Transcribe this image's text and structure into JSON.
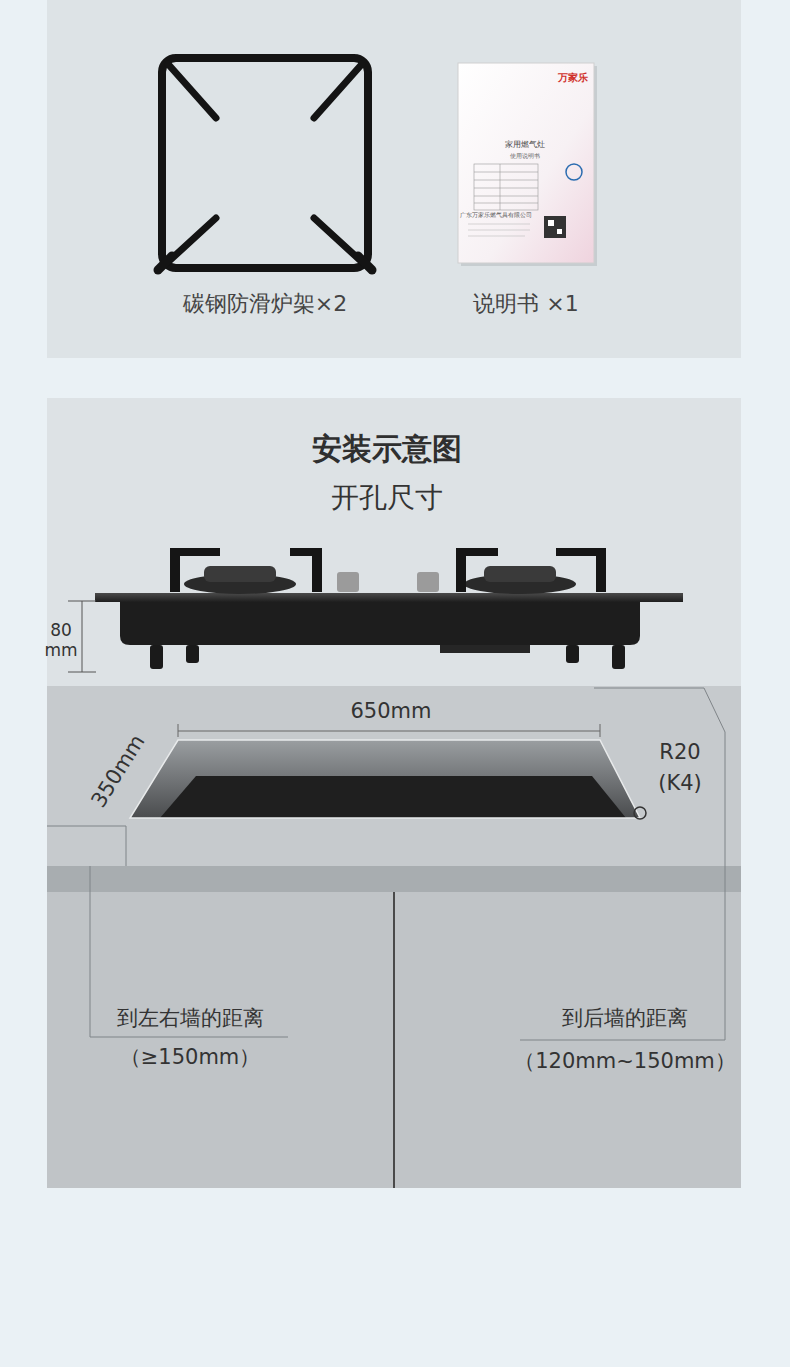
{
  "diagram": {
    "title": "安装示意图",
    "labels": [
      "碳钢防滑炉架×2",
      "说明书 ×1",
      "万家乐",
      "家用燃气灶",
      "使用说明书",
      "广东万家乐燃气具有限公司",
      "开孔尺寸",
      "80",
      "mm",
      "650mm",
      "350mm",
      "R20",
      "(K4)",
      "到左右墙的距离",
      "（≥150mm）",
      "到后墙的距离",
      "（120mm~150mm）"
    ]
  }
}
